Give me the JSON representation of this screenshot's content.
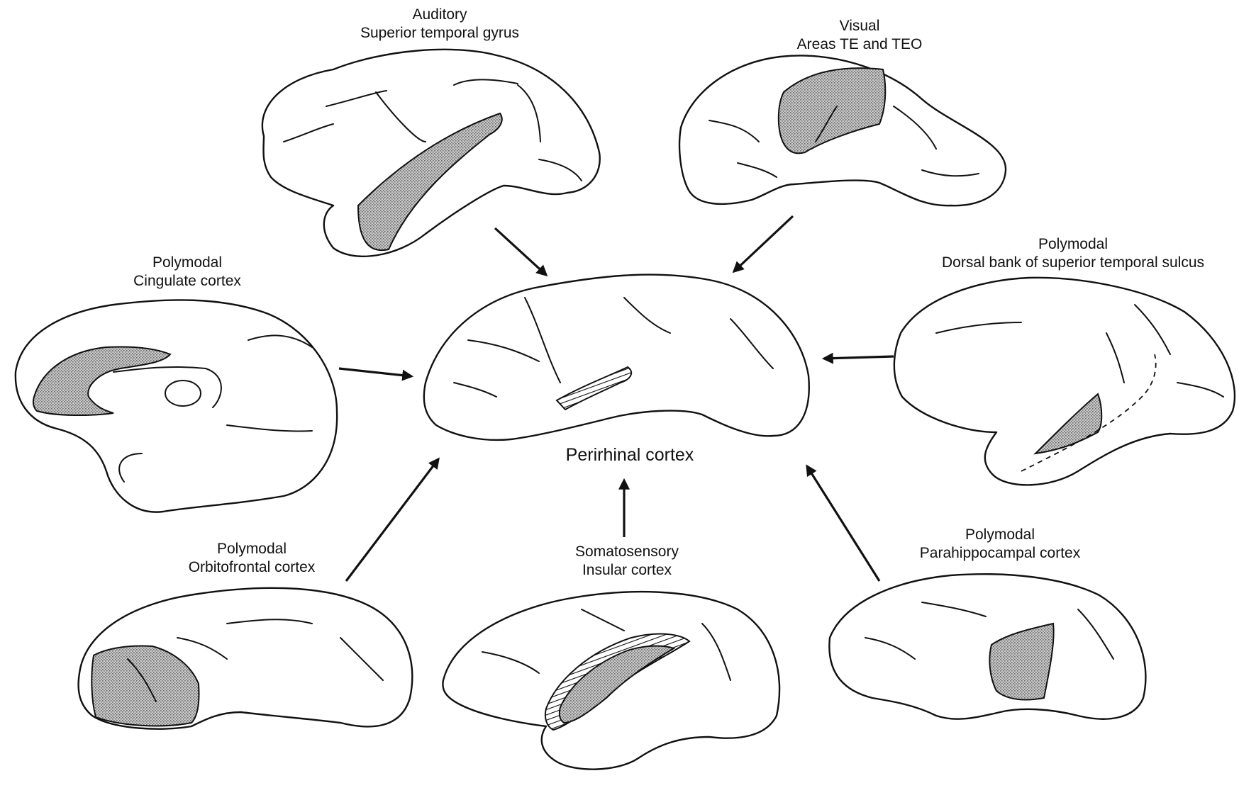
{
  "center": {
    "label": "Perirhinal cortex"
  },
  "sources": [
    {
      "id": "auditory",
      "line1": "Auditory",
      "line2": "Superior temporal gyrus"
    },
    {
      "id": "visual",
      "line1": "Visual",
      "line2": "Areas TE and TEO"
    },
    {
      "id": "cingulate",
      "line1": "Polymodal",
      "line2": "Cingulate cortex"
    },
    {
      "id": "sts",
      "line1": "Polymodal",
      "line2": "Dorsal bank of superior temporal sulcus"
    },
    {
      "id": "orbitofrontal",
      "line1": "Polymodal",
      "line2": "Orbitofrontal cortex"
    },
    {
      "id": "insular",
      "line1": "Somatosensory",
      "line2": "Insular cortex"
    },
    {
      "id": "parahippocampal",
      "line1": "Polymodal",
      "line2": "Parahippocampal cortex"
    }
  ],
  "colors": {
    "ink": "#111111",
    "shading": "#9a9a9a",
    "background": "#ffffff"
  }
}
